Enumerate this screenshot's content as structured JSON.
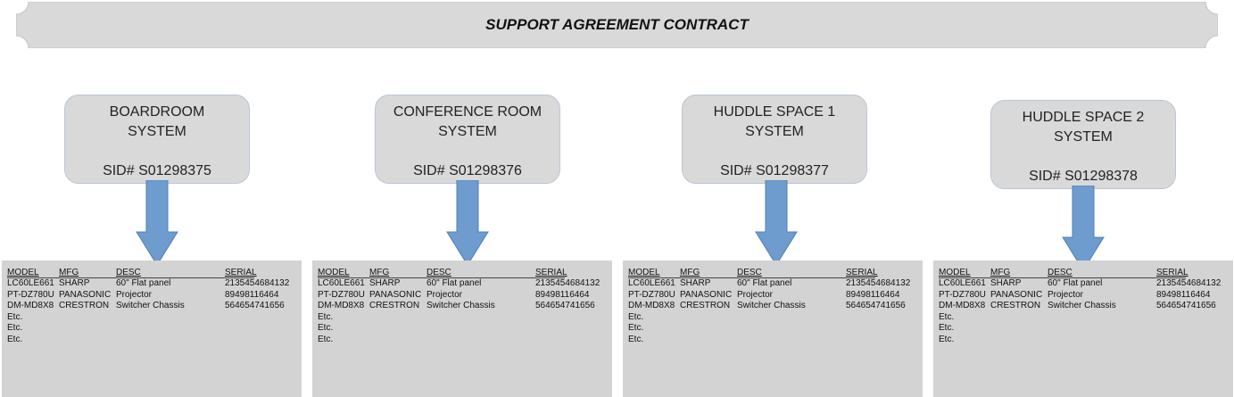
{
  "banner": {
    "title": "SUPPORT AGREEMENT CONTRACT"
  },
  "columns_header": {
    "model": "MODEL",
    "mfg": "MFG",
    "desc": "DESC",
    "serial": "SERIAL"
  },
  "systems": [
    {
      "line1": "BOARDROOM",
      "line2": "SYSTEM",
      "sid": "SID# S01298375"
    },
    {
      "line1": "CONFERENCE ROOM",
      "line2": "SYSTEM",
      "sid": "SID# S01298376"
    },
    {
      "line1": "HUDDLE SPACE 1",
      "line2": "SYSTEM",
      "sid": "SID# S01298377"
    },
    {
      "line1": "HUDDLE SPACE 2",
      "line2": "SYSTEM",
      "sid": "SID# S01298378"
    }
  ],
  "equipment": [
    {
      "model": "LC60LE661",
      "mfg": "SHARP",
      "desc": "60\" Flat panel",
      "serial": "2135454684132"
    },
    {
      "model": "PT-DZ780U",
      "mfg": "PANASONIC",
      "desc": "Projector",
      "serial": "89498116464"
    },
    {
      "model": "DM-MD8X8",
      "mfg": "CRESTRON",
      "desc": "Switcher Chassis",
      "serial": "564654741656"
    },
    {
      "model": "Etc.",
      "mfg": "",
      "desc": "",
      "serial": ""
    },
    {
      "model": "Etc.",
      "mfg": "",
      "desc": "",
      "serial": ""
    },
    {
      "model": "Etc.",
      "mfg": "",
      "desc": "",
      "serial": ""
    }
  ],
  "colors": {
    "box_fill": "#d9d9d9",
    "arrow_fill": "#6f9ccf",
    "arrow_stroke": "#4f7fb8",
    "panel_fill": "#d3d3d3"
  }
}
